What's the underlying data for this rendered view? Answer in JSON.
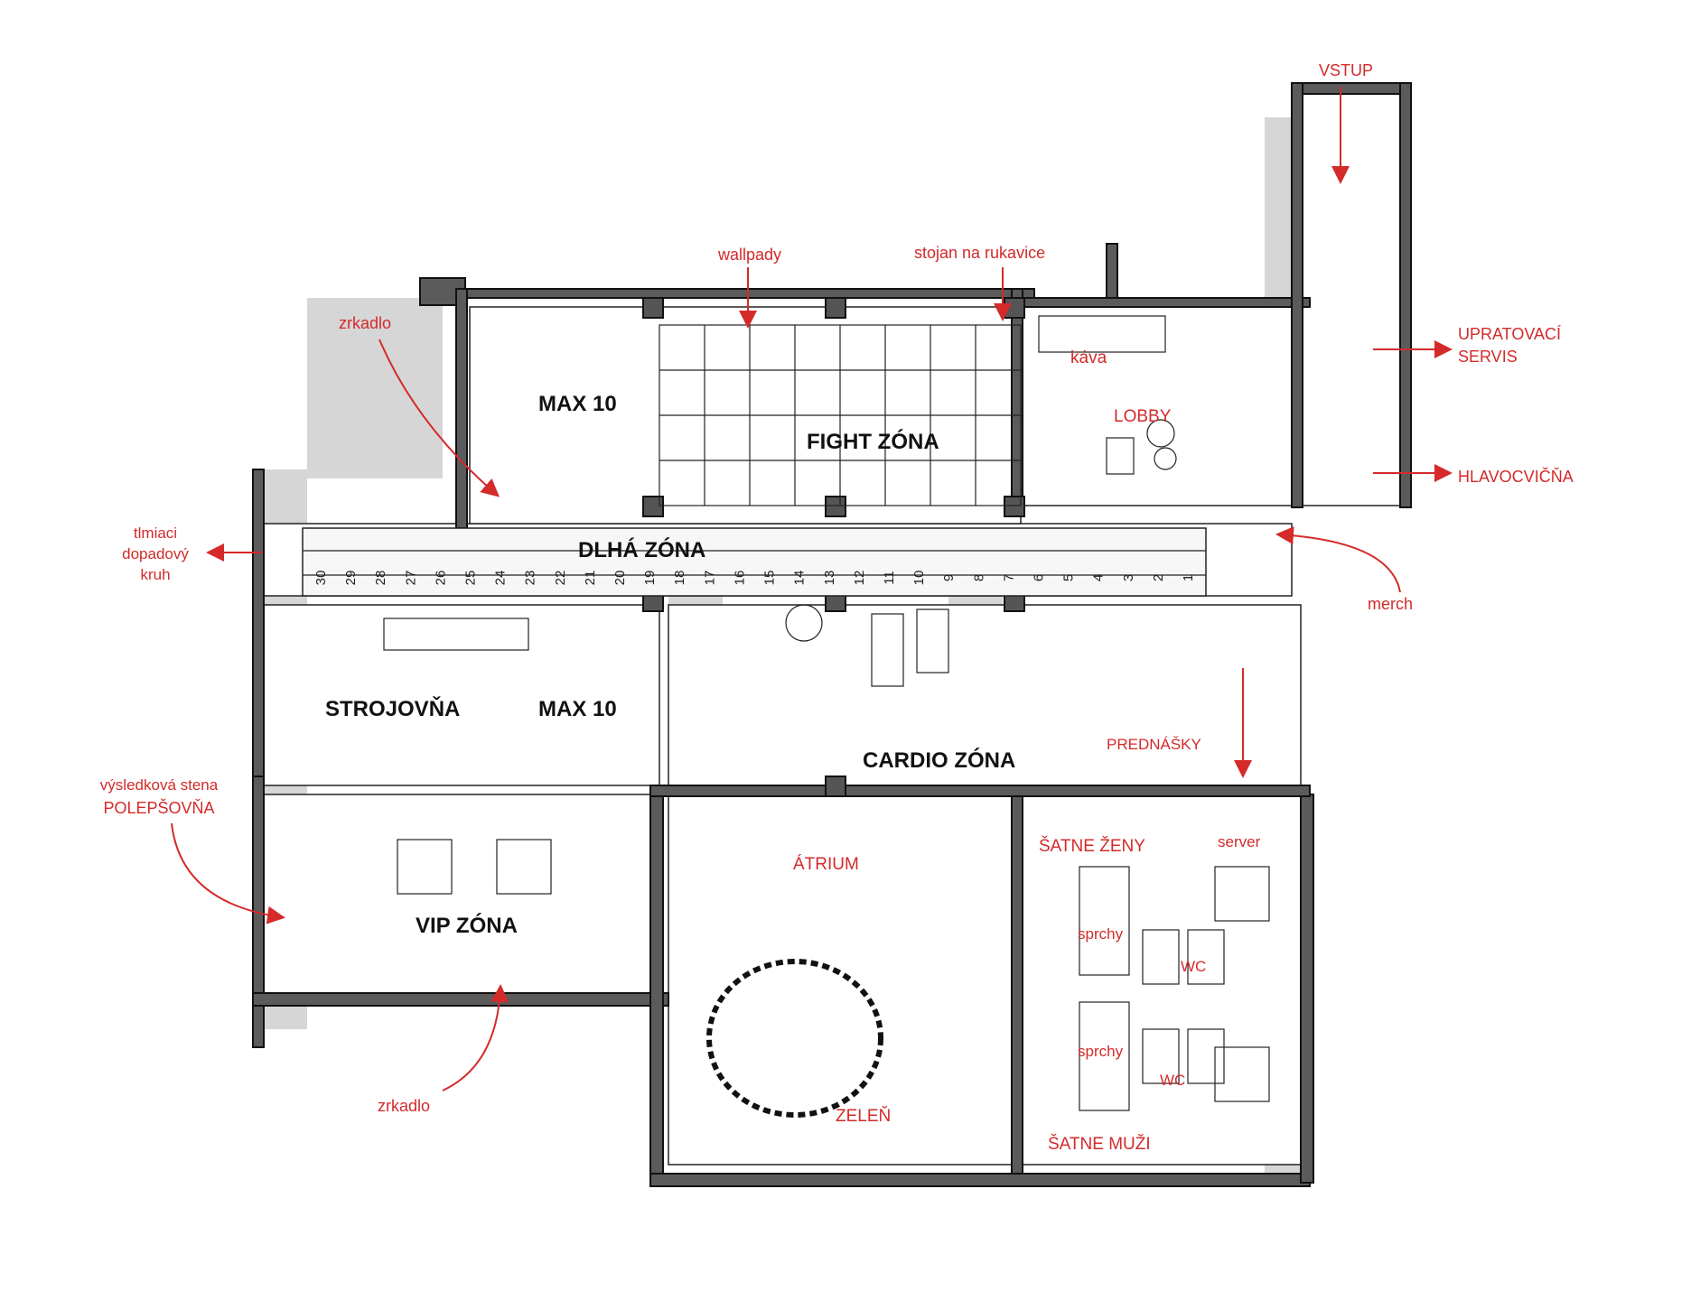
{
  "zones": {
    "max10_top": "MAX 10",
    "fight": "FIGHT ZÓNA",
    "dlha": "DLHÁ  ZÓNA",
    "strojovna": "STROJOVŇA",
    "max10_mid": "MAX 10",
    "cardio": "CARDIO ZÓNA",
    "vip": "VIP ZÓNA"
  },
  "annotations": {
    "vstup": "VSTUP",
    "wallpady": "wallpady",
    "stojan": "stojan na  rukavice",
    "zrkadlo_top": "zrkadlo",
    "kava": "káva",
    "lobby": "LOBBY",
    "upratovaci_1": "UPRATOVACÍ",
    "upratovaci_2": "SERVIS",
    "hlavocvicna": "HLAVOCVIČŇA",
    "tlmiaci_1": "tlmiaci",
    "tlmiaci_2": "dopadový",
    "tlmiaci_3": "kruh",
    "merch": "merch",
    "prednasky": "PREDNÁŠKY",
    "vysledkova": "výsledková stena",
    "polepsovna": "POLEPŠOVŇA",
    "atrium": "ÁTRIUM",
    "satne_zeny": "ŠATNE ŽENY",
    "server": "server",
    "sprchy_1": "sprchy",
    "wc_1": "WC",
    "sprchy_2": "sprchy",
    "wc_2": "WC",
    "zelen": "ZELEŇ",
    "satne_muzi": "ŠATNE MUŽI",
    "zrkadlo_bottom": "zrkadlo"
  },
  "track_numbers": [
    "30",
    "29",
    "28",
    "27",
    "26",
    "25",
    "24",
    "23",
    "22",
    "21",
    "20",
    "19",
    "18",
    "17",
    "16",
    "15",
    "14",
    "13",
    "12",
    "11",
    "10",
    "9",
    "8",
    "7",
    "6",
    "5",
    "4",
    "3",
    "2",
    "1"
  ],
  "colors": {
    "annotation": "#d42a2a",
    "wall": "#5b5b5b",
    "zone_label": "#111111"
  }
}
